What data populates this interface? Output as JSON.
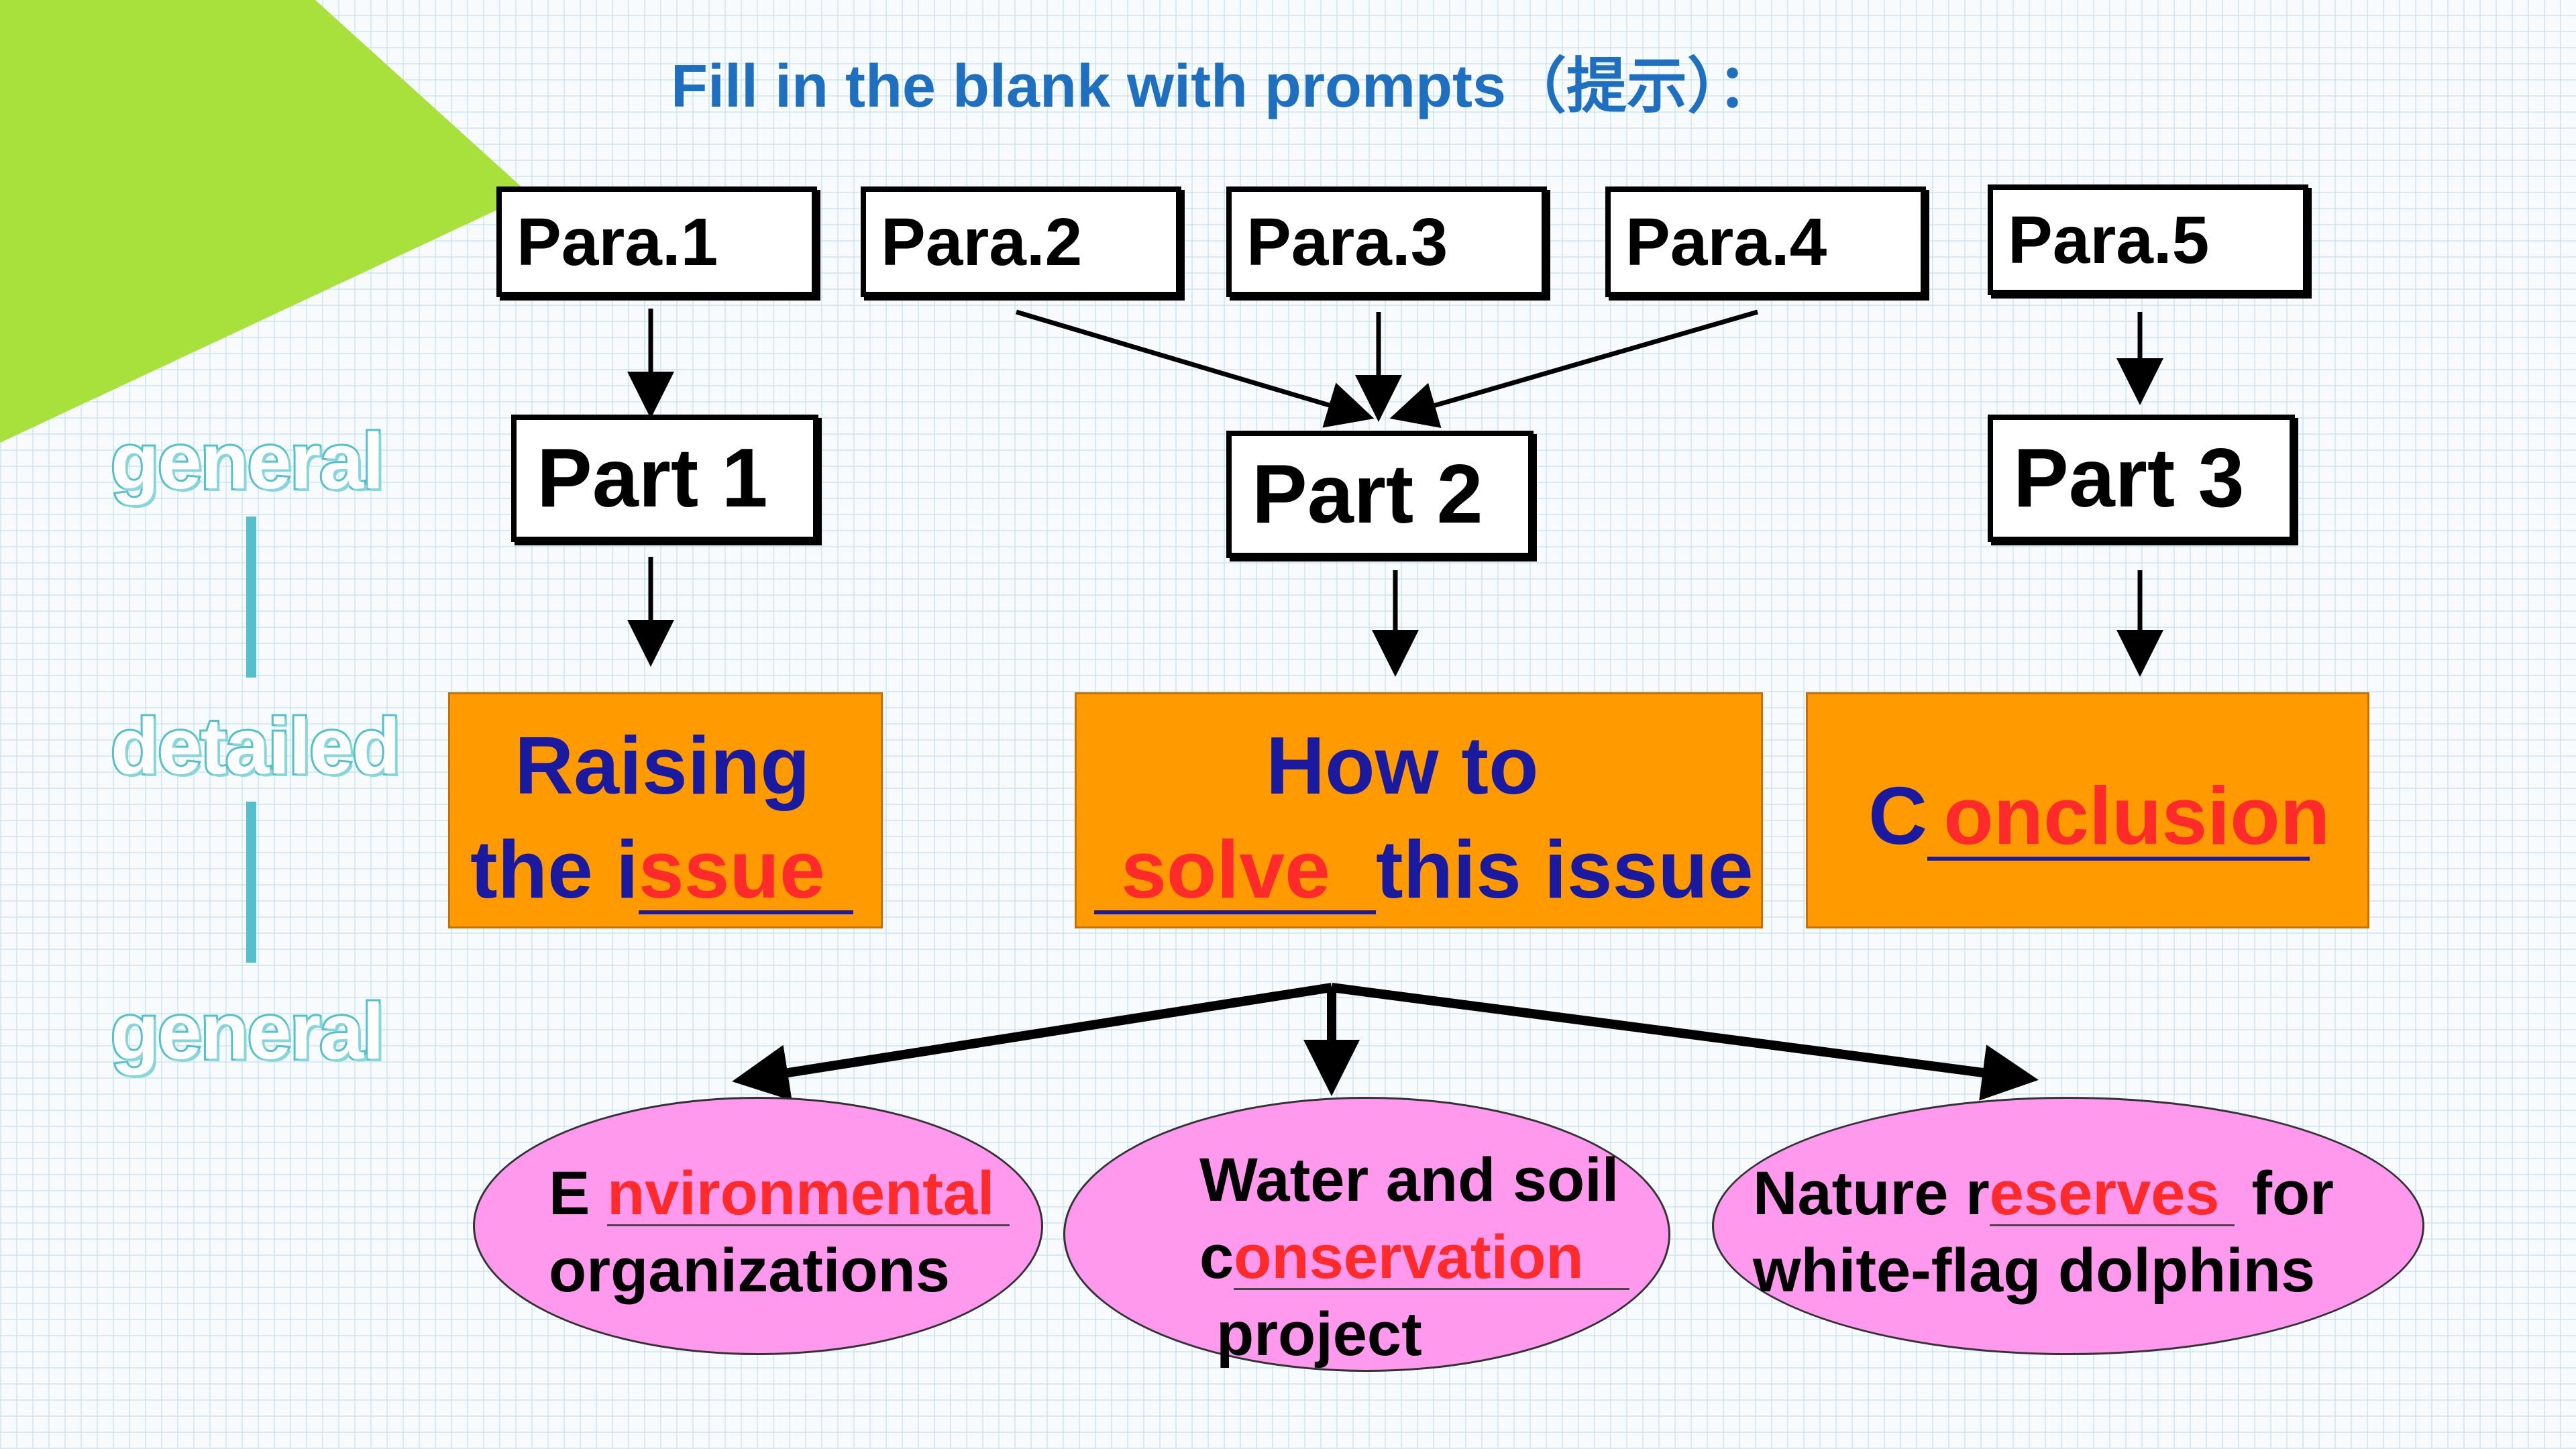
{
  "title": "Fill in the blank with prompts（提示）：",
  "side_labels": {
    "top": "general",
    "middle": "detailed",
    "bottom": "general"
  },
  "paragraphs": [
    "Para.1",
    "Para.2",
    "Para.3",
    "Para.4",
    "Para.5"
  ],
  "parts": [
    "Part 1",
    "Part 2",
    "Part 3"
  ],
  "part1_box": {
    "line1": "Raising",
    "line2_prefix": "the i",
    "answer": "ssue"
  },
  "part2_box": {
    "line1": "How to",
    "answer": "solve",
    "line2_suffix": "this issue"
  },
  "part3_box": {
    "prefix": "C",
    "answer": "onclusion"
  },
  "ellipse1": {
    "prefix": "E",
    "answer": "nvironmental",
    "line2": "organizations"
  },
  "ellipse2": {
    "line1": "Water and soil",
    "prefix": "c",
    "answer": "onservation",
    "line3": "project"
  },
  "ellipse3": {
    "line1_prefix": "Nature r",
    "answer": "eserves",
    "line1_suffix": "for",
    "line2": "white-flag dolphins"
  },
  "colors": {
    "title": "#1f6fc0",
    "box_fill": "#ff9b00",
    "box_text": "#1a1aa0",
    "answer": "#ff2a2a",
    "ellipse_fill": "#ff99ee",
    "side_label": "#52c0cd",
    "corner_triangle": "#a8e03c"
  }
}
